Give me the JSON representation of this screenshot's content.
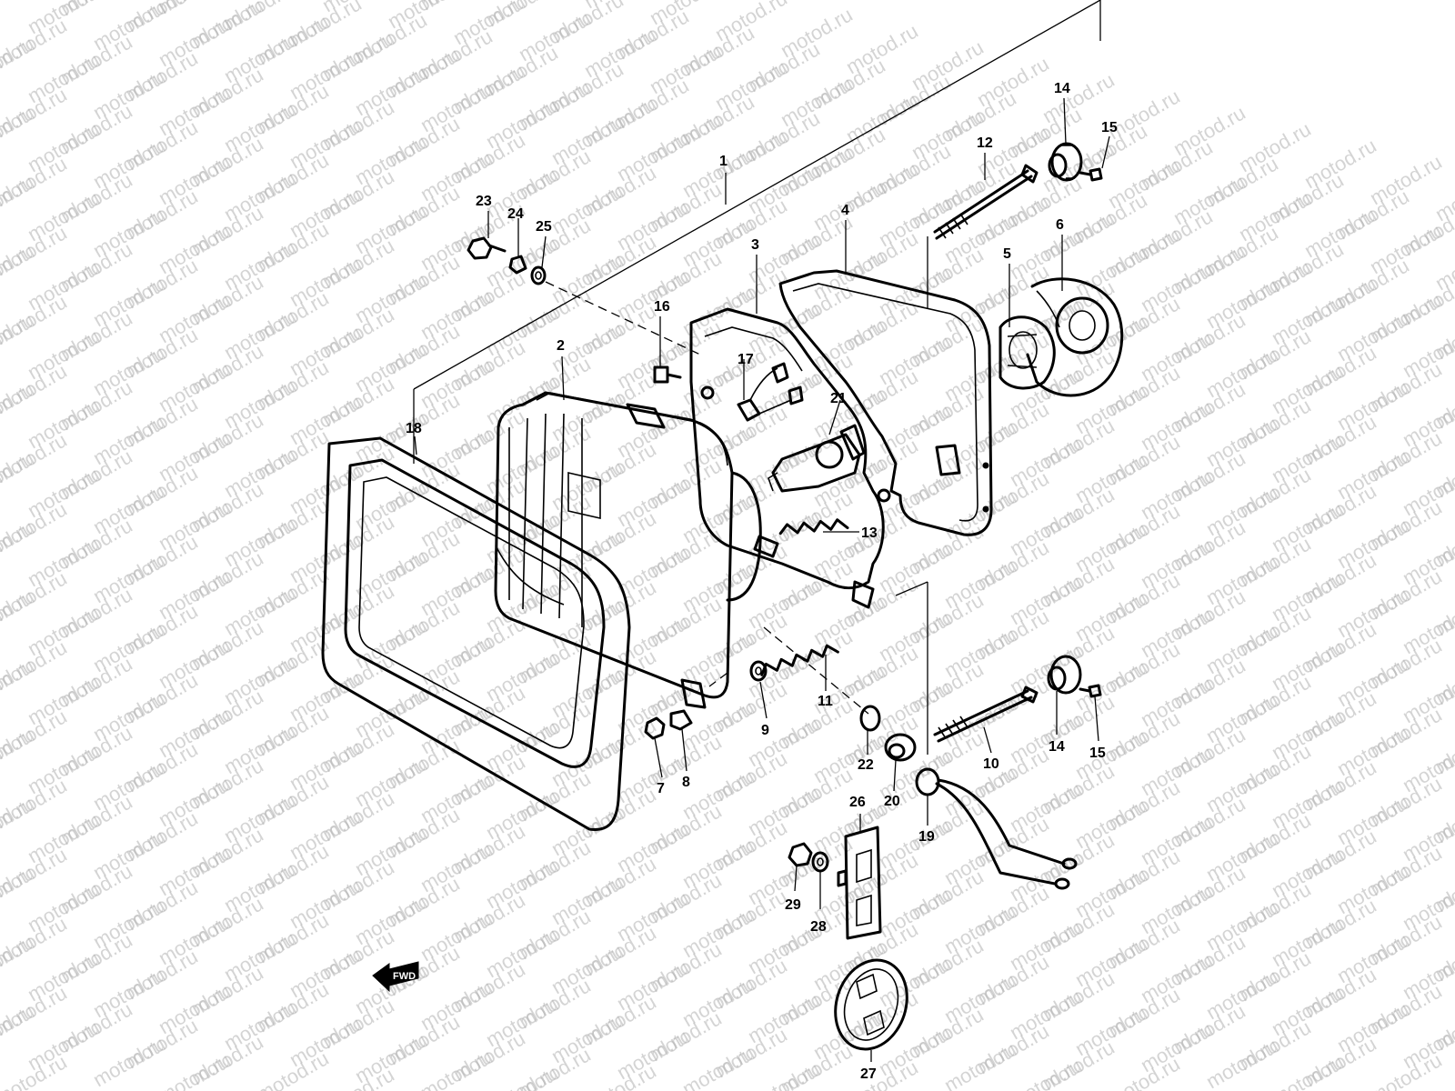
{
  "watermark": "motod.ru",
  "direction_label": "FWD",
  "callouts": [
    {
      "id": "1",
      "text": "1"
    },
    {
      "id": "2",
      "text": "2"
    },
    {
      "id": "3",
      "text": "3"
    },
    {
      "id": "4",
      "text": "4"
    },
    {
      "id": "5",
      "text": "5"
    },
    {
      "id": "6",
      "text": "6"
    },
    {
      "id": "7",
      "text": "7"
    },
    {
      "id": "8",
      "text": "8"
    },
    {
      "id": "9",
      "text": "9"
    },
    {
      "id": "10",
      "text": "10"
    },
    {
      "id": "11",
      "text": "11"
    },
    {
      "id": "12",
      "text": "12"
    },
    {
      "id": "13",
      "text": "13"
    },
    {
      "id": "14a",
      "text": "14"
    },
    {
      "id": "14b",
      "text": "14"
    },
    {
      "id": "15a",
      "text": "15"
    },
    {
      "id": "15b",
      "text": "15"
    },
    {
      "id": "16",
      "text": "16"
    },
    {
      "id": "17",
      "text": "17"
    },
    {
      "id": "18",
      "text": "18"
    },
    {
      "id": "19",
      "text": "19"
    },
    {
      "id": "20",
      "text": "20"
    },
    {
      "id": "21",
      "text": "21"
    },
    {
      "id": "22",
      "text": "22"
    },
    {
      "id": "23",
      "text": "23"
    },
    {
      "id": "24",
      "text": "24"
    },
    {
      "id": "25",
      "text": "25"
    },
    {
      "id": "26",
      "text": "26"
    },
    {
      "id": "27",
      "text": "27"
    },
    {
      "id": "28",
      "text": "28"
    },
    {
      "id": "29",
      "text": "29"
    }
  ],
  "colors": {
    "line": "#000000",
    "background": "#ffffff",
    "watermark": "#b0b0b0"
  }
}
